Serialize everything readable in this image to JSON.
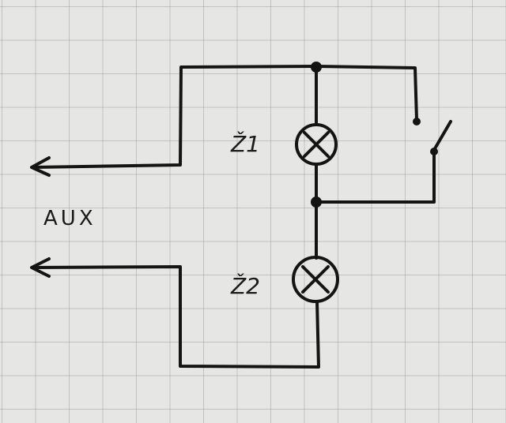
{
  "diagram": {
    "labels": {
      "aux": "AUX",
      "lamp1": "Ž1",
      "lamp2": "Ž2"
    },
    "colors": {
      "paper": "#e6e6e4",
      "grid": "#969696",
      "ink": "#141414"
    }
  }
}
